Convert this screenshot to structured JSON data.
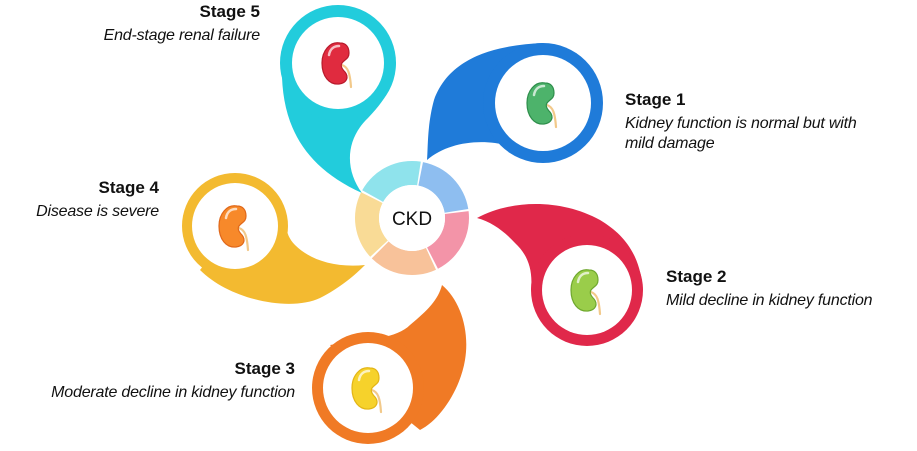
{
  "center": {
    "label": "CKD",
    "ring_colors": [
      "#8EBEF0",
      "#F394A8",
      "#F8C29A",
      "#F9DB96",
      "#8FE3EC"
    ]
  },
  "stages": [
    {
      "id": "s1",
      "title": "Stage 1",
      "description": "Kidney function is normal but with mild damage",
      "color": "#1F7BD9",
      "kidney_color": "#4DB36B",
      "kidney_dark": "#2E8E4B"
    },
    {
      "id": "s2",
      "title": "Stage 2",
      "description": "Mild decline in kidney function",
      "color": "#E0284A",
      "kidney_color": "#9ACD4A",
      "kidney_dark": "#6FA82E"
    },
    {
      "id": "s3",
      "title": "Stage 3",
      "description": "Moderate decline in kidney function",
      "color": "#F07A25",
      "kidney_color": "#F6D22B",
      "kidney_dark": "#E3B516"
    },
    {
      "id": "s4",
      "title": "Stage 4",
      "description": "Disease is severe",
      "color": "#F3BA30",
      "kidney_color": "#F7892A",
      "kidney_dark": "#E0681A"
    },
    {
      "id": "s5",
      "title": "Stage 5",
      "description": "End-stage renal failure",
      "color": "#22CCDC",
      "kidney_color": "#E02B3F",
      "kidney_dark": "#B81A2C"
    }
  ]
}
